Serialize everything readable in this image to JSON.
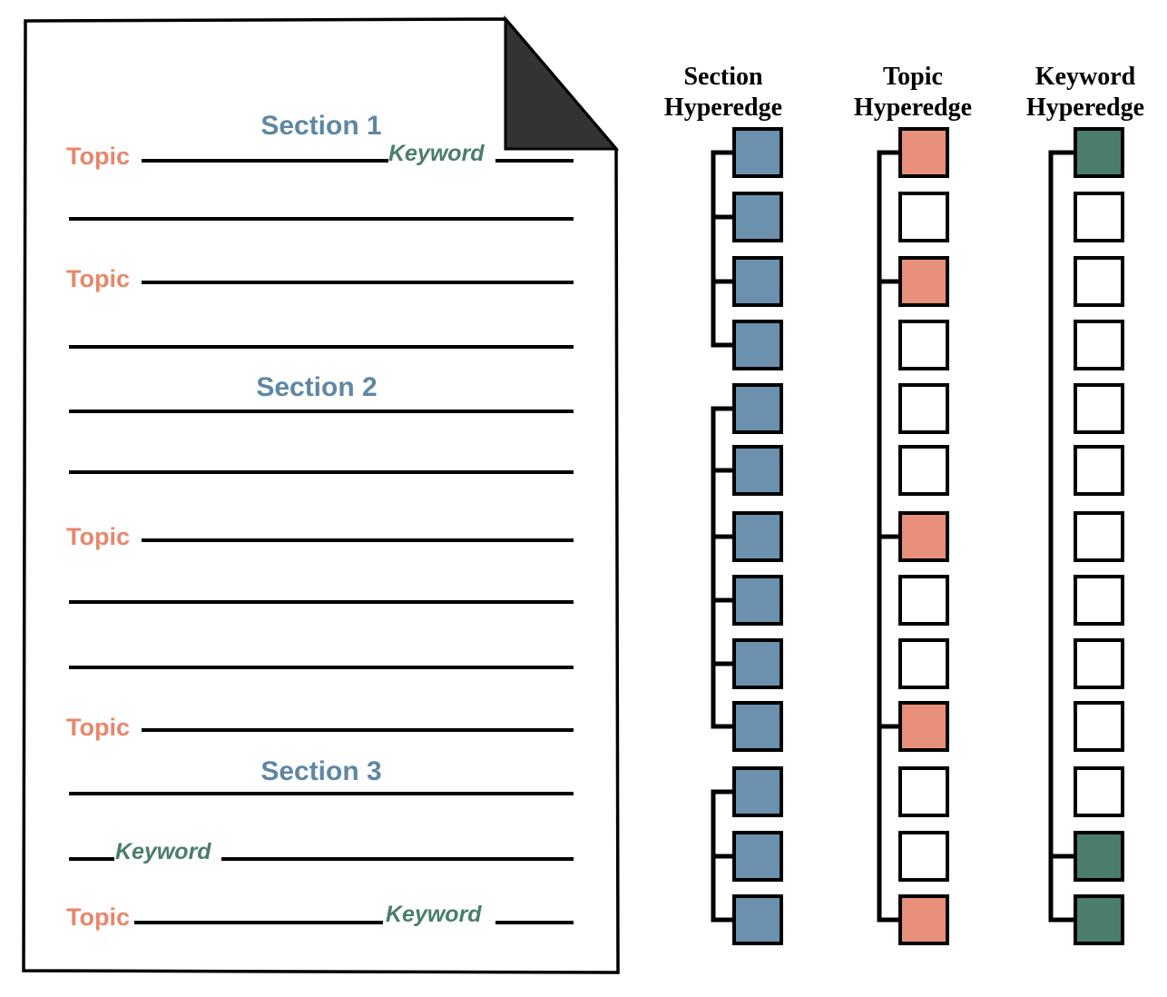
{
  "colors": {
    "section": "#6b91ae",
    "topic": "#e8907a",
    "keyword": "#4a7d6c",
    "section_label": "#5f87a3",
    "topic_label": "#e8866c",
    "keyword_label": "#4a7d6c",
    "ink": "#000000",
    "fold": "#333333",
    "empty": "#ffffff"
  },
  "document": {
    "sections": [
      {
        "label": "Section 1"
      },
      {
        "label": "Section 2"
      },
      {
        "label": "Section 3"
      }
    ],
    "topic_labels": [
      "Topic",
      "Topic",
      "Topic",
      "Topic",
      "Topic"
    ],
    "keyword_labels": [
      "Keyword",
      "Keyword",
      "Keyword"
    ]
  },
  "hyperedges": {
    "columns": [
      {
        "id": "section",
        "header_line1": "Section",
        "header_line2": "Hyperedge"
      },
      {
        "id": "topic",
        "header_line1": "Topic",
        "header_line2": "Hyperedge"
      },
      {
        "id": "keyword",
        "header_line1": "Keyword",
        "header_line2": "Hyperedge"
      }
    ],
    "node_count": 13,
    "section_groups": [
      [
        0,
        1,
        2,
        3
      ],
      [
        4,
        5,
        6,
        7,
        8,
        9
      ],
      [
        10,
        11,
        12
      ]
    ],
    "topic_nodes": [
      0,
      2,
      6,
      9,
      12
    ],
    "keyword_nodes": [
      0,
      11,
      12
    ]
  }
}
